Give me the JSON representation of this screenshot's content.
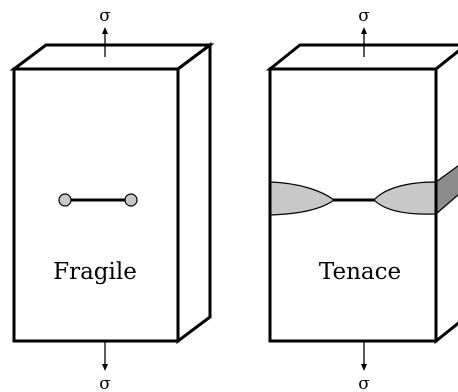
{
  "left_specimen": {
    "label": "Fragile",
    "stress_top": "σ",
    "stress_bottom": "σ"
  },
  "right_specimen": {
    "label": "Tenace",
    "stress_top": "σ",
    "stress_bottom": "σ"
  },
  "colors": {
    "outline": "#000000",
    "face": "#ffffff",
    "plastic_zone": "#c8c8c8",
    "plastic_zone_side": "#8c8c8c",
    "crack_tip": "#c8c8c8"
  }
}
